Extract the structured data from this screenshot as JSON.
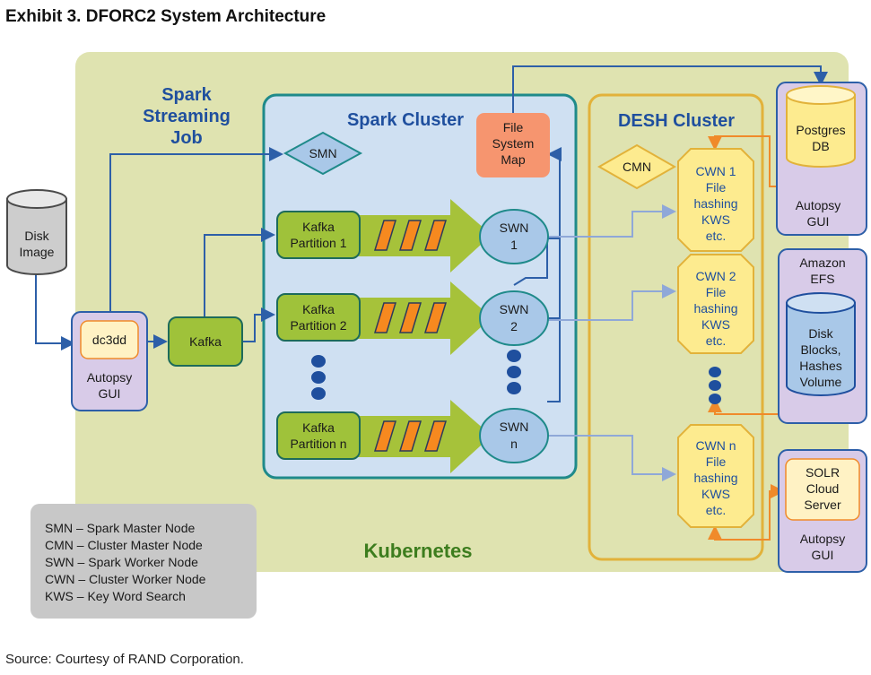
{
  "title": "Exhibit 3. DFORC2 System Architecture",
  "source": "Source: Courtesy of RAND Corporation.",
  "kubernetes_label": "Kubernetes",
  "spark_job_label": [
    "Spark",
    "Streaming",
    "Job"
  ],
  "spark_cluster_label": "Spark Cluster",
  "desh_cluster_label": "DESH Cluster",
  "disk_image": [
    "Disk",
    "Image"
  ],
  "dc3dd": "dc3dd",
  "autopsy_gui_left": [
    "Autopsy",
    "GUI"
  ],
  "kafka": "Kafka",
  "smn": "SMN",
  "cmn": "CMN",
  "file_system_map": [
    "File",
    "System",
    "Map"
  ],
  "kafka_partitions": [
    [
      "Kafka",
      "Partition 1"
    ],
    [
      "Kafka",
      "Partition 2"
    ],
    [
      "Kafka",
      "Partition n"
    ]
  ],
  "swn_nodes": [
    [
      "SWN",
      "1"
    ],
    [
      "SWN",
      "2"
    ],
    [
      "SWN",
      "n"
    ]
  ],
  "cwn_nodes": [
    [
      "CWN 1",
      "File",
      "hashing",
      "KWS",
      "etc."
    ],
    [
      "CWN 2",
      "File",
      "hashing",
      "KWS",
      "etc."
    ],
    [
      "CWN n",
      "File",
      "hashing",
      "KWS",
      "etc."
    ]
  ],
  "postgres": [
    "Postgres",
    "DB"
  ],
  "autopsy_gui_top": [
    "Autopsy",
    "GUI"
  ],
  "amazon_efs": [
    "Amazon",
    "EFS"
  ],
  "efs_volume": [
    "Disk",
    "Blocks,",
    "Hashes",
    "Volume"
  ],
  "solr": [
    "SOLR",
    "Cloud",
    "Server"
  ],
  "autopsy_gui_bottom": [
    "Autopsy",
    "GUI"
  ],
  "legend": [
    "SMN – Spark Master Node",
    "CMN – Cluster Master Node",
    "SWN – Spark Worker Node",
    "CWN – Cluster Worker Node",
    "KWS – Key Word Search"
  ],
  "colors": {
    "kubernetes_bg": "#dfe3b0",
    "spark_cluster_bg": "#cfe0f2",
    "spark_cluster_border": "#1f8a8a",
    "desh_border": "#e2b23a",
    "cwn_fill": "#fdeb8f",
    "kafka_fill": "#9fc23a",
    "swn_fill": "#a9c8e8",
    "fsm_fill": "#f6956f",
    "autopsy_fill": "#d8cbe8",
    "arrow_blue": "#2d5fa8",
    "arrow_light": "#8fa8d8",
    "arrow_orange": "#f08a2a",
    "legend_bg": "#c8c8c8"
  }
}
